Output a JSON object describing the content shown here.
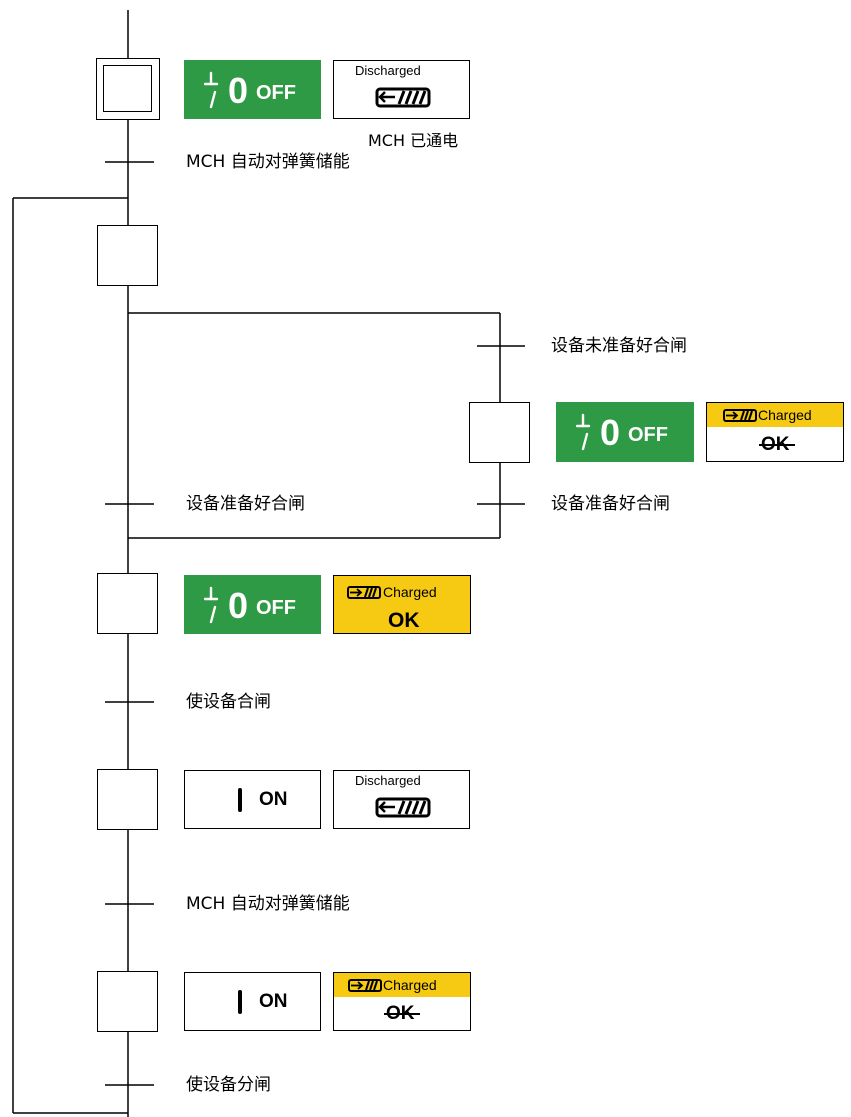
{
  "transitions": {
    "t1": "MCH 自动对弹簧储能",
    "t_not_ready": "设备未准备好合闸",
    "t_ready_left": "设备准备好合闸",
    "t_ready_right": "设备准备好合闸",
    "t_close": "使设备合闸",
    "t_charge2": "MCH 自动对弹簧储能",
    "t_open": "使设备分闸"
  },
  "state_label": "MCH 已通电",
  "indicators": {
    "off": {
      "zero": "0",
      "text": "OFF"
    },
    "on": {
      "text": "ON"
    },
    "discharged": "Discharged",
    "charged": "Charged",
    "ok": "OK"
  },
  "colors": {
    "green": "#2e9a45",
    "yellow": "#f6c913"
  },
  "icons": [
    "breaker-open-icon",
    "spring-discharged-icon",
    "spring-charged-icon",
    "breaker-closed-bar-icon"
  ]
}
